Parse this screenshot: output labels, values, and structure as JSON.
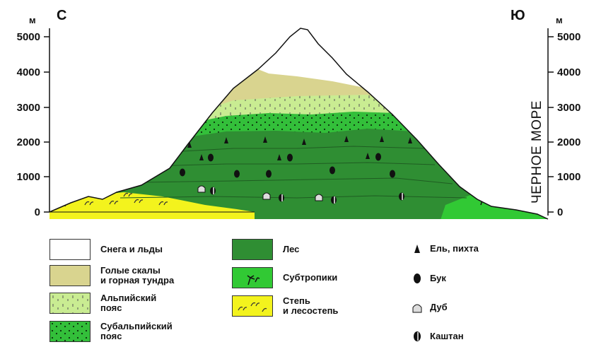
{
  "diagram": {
    "left_corner": "С",
    "right_corner": "Ю",
    "unit_left": "м",
    "unit_right": "м",
    "y_ticks_left": [
      "5000",
      "4000",
      "3000",
      "2000",
      "1000",
      "0"
    ],
    "y_ticks_right": [
      "5000",
      "4000",
      "3000",
      "2000",
      "1000",
      "0"
    ],
    "sea_label": "ЧЕРНОЕ МОРЕ"
  },
  "legend": {
    "zones": [
      {
        "label": "Снега и льды",
        "color": "#ffffff",
        "pattern": "none"
      },
      {
        "label": "Голые скалы\nи горная тундра",
        "color": "#d9d48f",
        "pattern": "none"
      },
      {
        "label": "Альпийский\nпояс",
        "color": "#c9ec92",
        "pattern": "ticks"
      },
      {
        "label": "Субальпийский\nпояс",
        "color": "#33bf3a",
        "pattern": "dots"
      },
      {
        "label": "Лес",
        "color": "#2f8e33",
        "pattern": "none"
      },
      {
        "label": "Субтропики",
        "color": "#31c934",
        "pattern": "palm"
      },
      {
        "label": "Степь\nи лесостепь",
        "color": "#f3f31d",
        "pattern": "grass"
      }
    ],
    "trees": [
      {
        "label": "Ель, пихта",
        "icon": "fir-icon"
      },
      {
        "label": "Бук",
        "icon": "beech-icon"
      },
      {
        "label": "Дуб",
        "icon": "oak-icon"
      },
      {
        "label": "Каштан",
        "icon": "chestnut-icon"
      }
    ]
  }
}
